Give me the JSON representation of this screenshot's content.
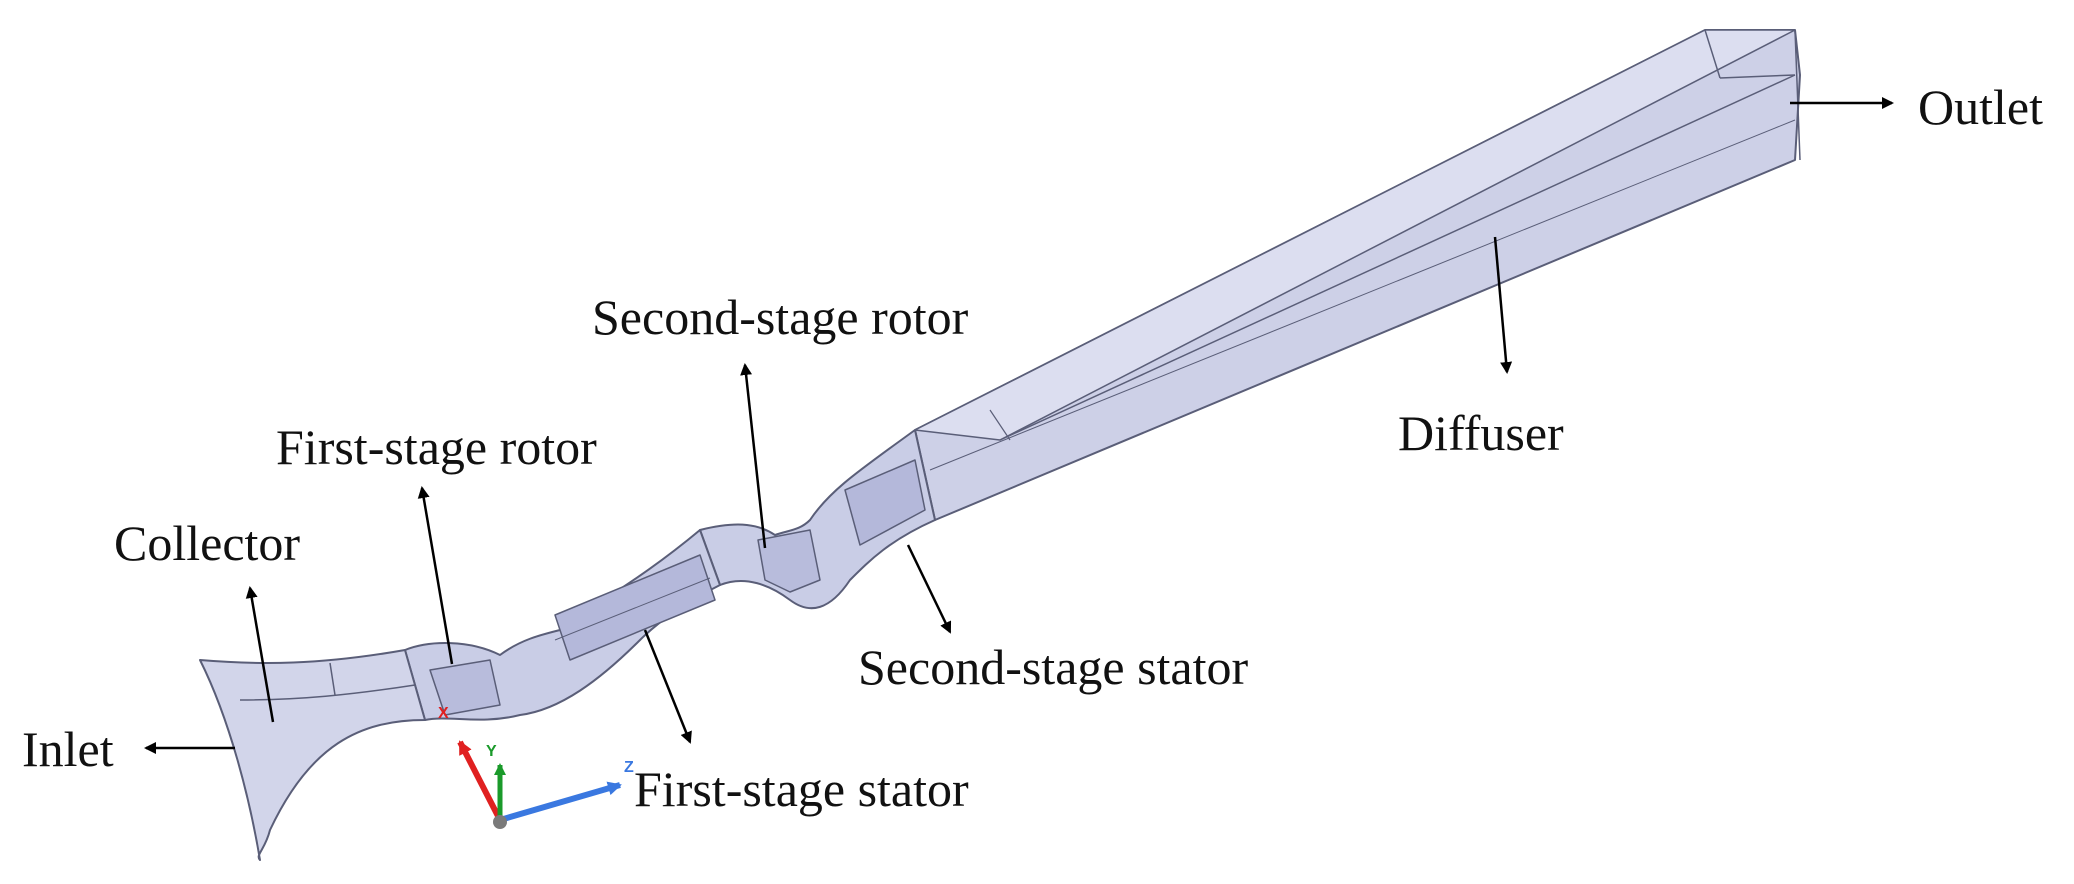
{
  "colors": {
    "body_fill": "#c9cde6",
    "body_fill_light": "#dadde f",
    "edge": "#5a5e78",
    "arrow": "#000000",
    "axis_x": "#e02020",
    "axis_y": "#1a9a2a",
    "axis_z": "#3a78e0"
  },
  "labels": {
    "inlet": "Inlet",
    "collector": "Collector",
    "first_stage_rotor": "First-stage rotor",
    "first_stage_stator": "First-stage stator",
    "second_stage_rotor": "Second-stage rotor",
    "second_stage_stator": "Second-stage stator",
    "diffuser": "Diffuser",
    "outlet": "Outlet"
  },
  "axis_triad": {
    "x": "X",
    "y": "Y",
    "z": "Z"
  }
}
